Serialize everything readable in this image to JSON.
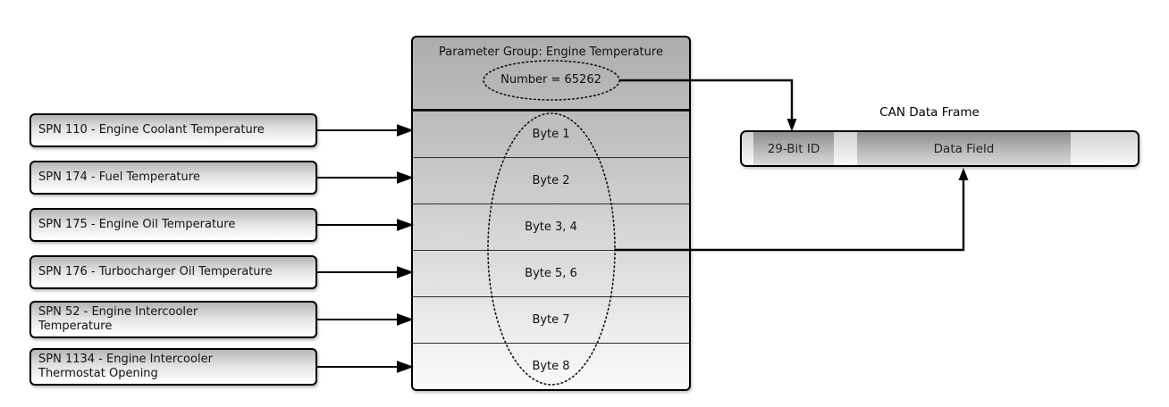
{
  "spn_boxes": [
    {
      "label": "SPN 110 - Engine Coolant Temperature"
    },
    {
      "label": "SPN 174 - Fuel Temperature"
    },
    {
      "label": "SPN 175 - Engine Oil Temperature"
    },
    {
      "label": "SPN 176 - Turbocharger Oil Temperature"
    },
    {
      "label": "SPN 52 - Engine Intercooler\nTemperature"
    },
    {
      "label": "SPN 1134 - Engine Intercooler\nThermostat Opening"
    }
  ],
  "parameter_group": {
    "title": "Parameter Group: Engine Temperature",
    "number_label": "Number = 65262",
    "rows": [
      "Byte 1",
      "Byte 2",
      "Byte 3, 4",
      "Byte 5, 6",
      "Byte 7",
      "Byte 8"
    ]
  },
  "can_frame": {
    "title": "CAN Data Frame",
    "segments": [
      "29-Bit ID",
      "Data Field"
    ]
  },
  "colors": {
    "connector": "#000000",
    "table_gradient_top": "#adadad",
    "table_gradient_bottom": "#fafafa",
    "segment_dark_top": "#8f8f8f",
    "text": "#111111"
  }
}
